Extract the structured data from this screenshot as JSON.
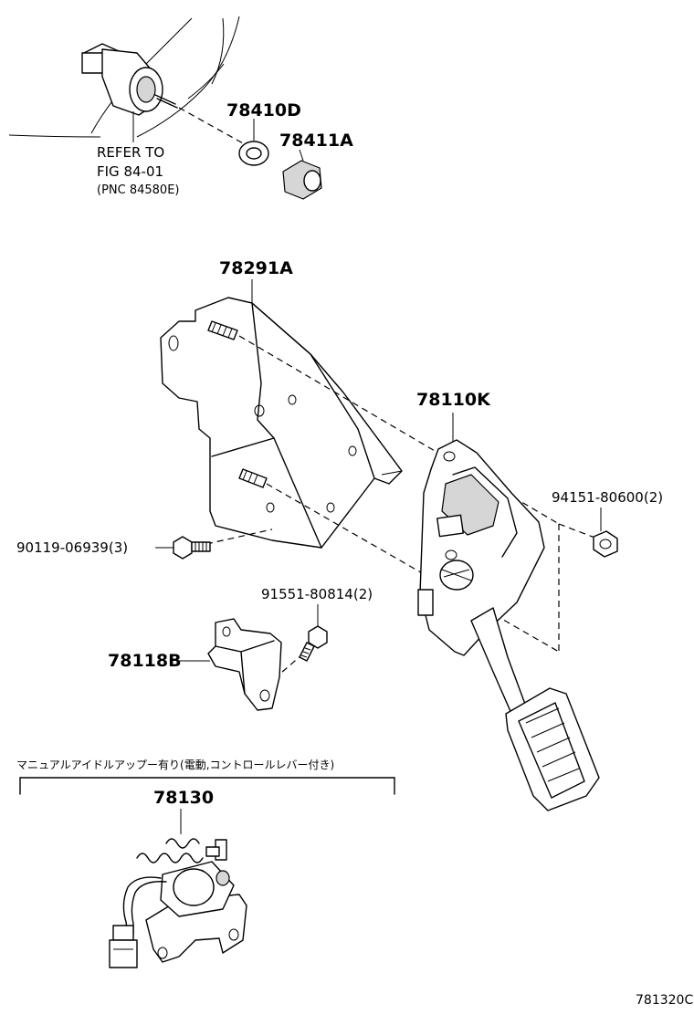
{
  "callouts": {
    "p78410D": "78410D",
    "p78411A": "78411A",
    "p78291A": "78291A",
    "p78110K": "78110K",
    "p94151": "94151-80600(2)",
    "p90119": "90119-06939(3)",
    "p91551": "91551-80814(2)",
    "p78118B": "78118B",
    "p78130": "78130"
  },
  "refer": {
    "line1": "REFER TO",
    "line2": "FIG 84-01",
    "line3": "(PNC 84580E)"
  },
  "condition_note": "マニュアルアイドルアップー有り(電動,コントロールレバー付き)",
  "figure_code": "781320C"
}
